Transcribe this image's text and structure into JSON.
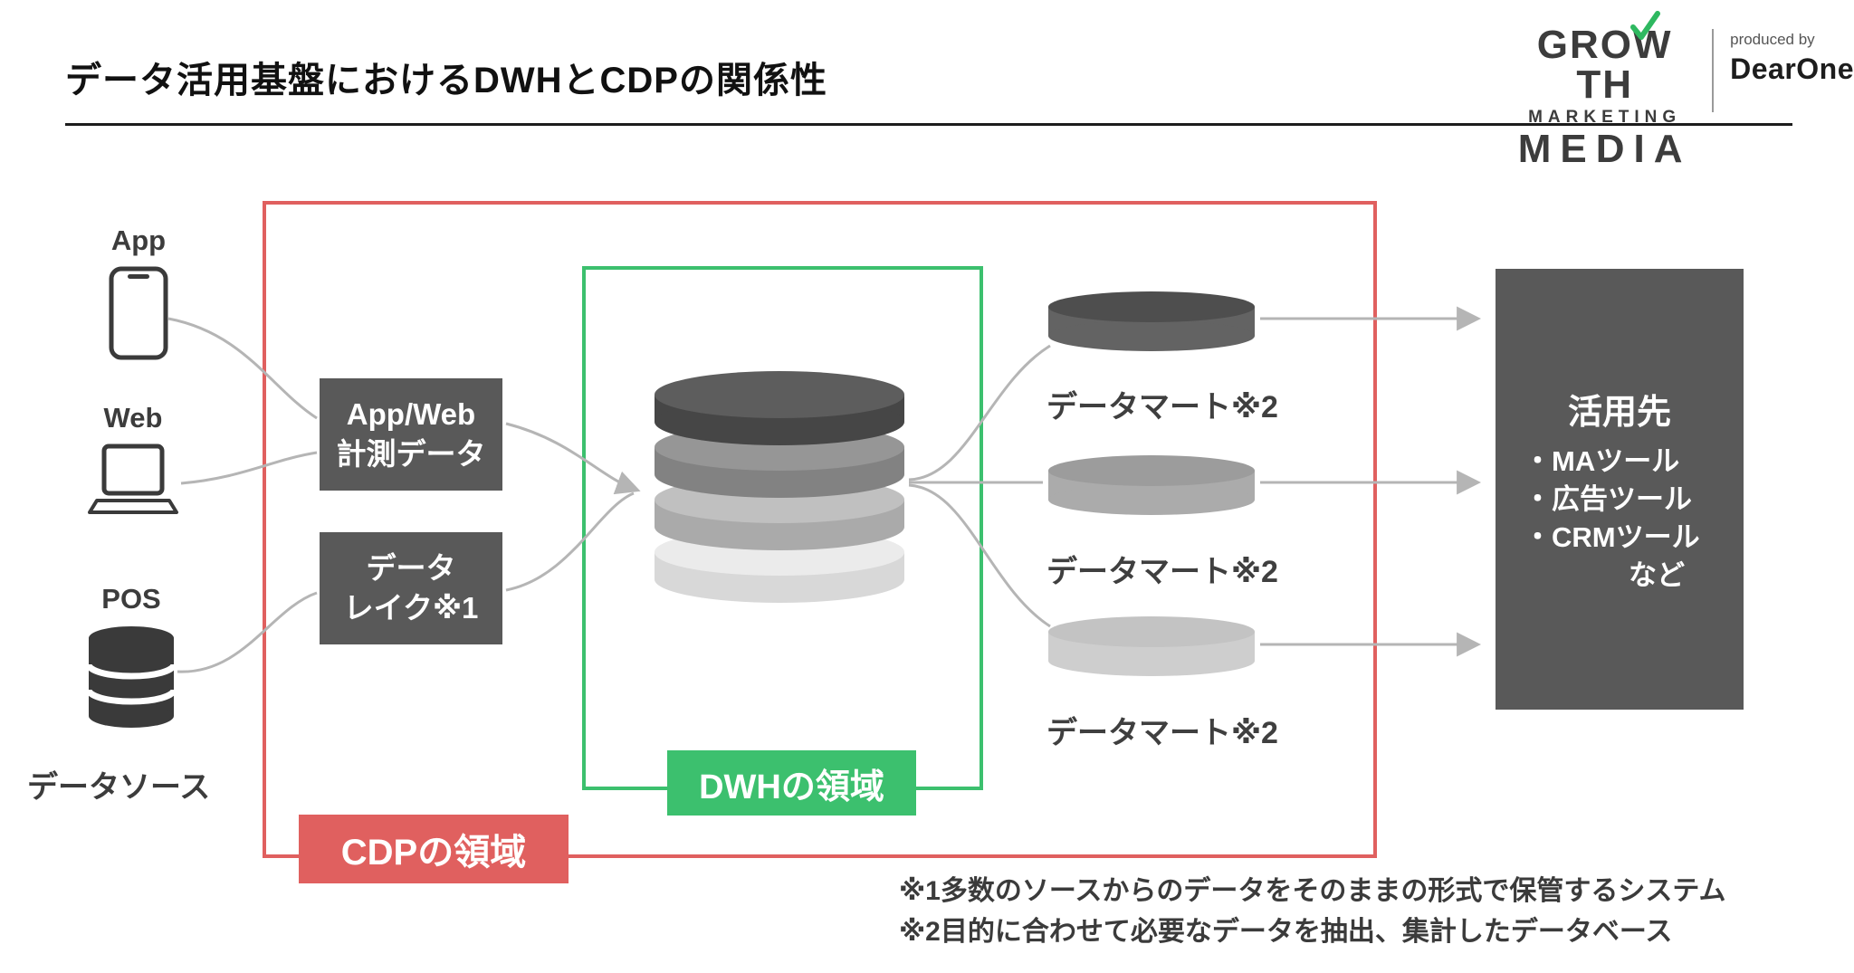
{
  "title": "データ活用基盤におけるDWHとCDPの関係性",
  "logo": {
    "growth_left": "GRO",
    "growth_w": "W",
    "growth_right": "TH",
    "marketing": "MARKETING",
    "media": "MEDIA",
    "produced_by": "produced by",
    "brand": "DearOne"
  },
  "sources": {
    "app": "App",
    "web": "Web",
    "pos": "POS",
    "caption": "データソース"
  },
  "cdp": {
    "badge": "CDPの領域",
    "measure_box": {
      "line1": "App/Web",
      "line2": "計測データ"
    },
    "lake_box": {
      "line1": "データ",
      "line2": "レイク※1"
    }
  },
  "dwh": {
    "badge": "DWHの領域"
  },
  "datamarts": {
    "label1": "データマート※2",
    "label2": "データマート※2",
    "label3": "データマート※2"
  },
  "destination": {
    "title": "活用先",
    "item1": "・MAツール",
    "item2": "・広告ツール",
    "item3": "・CRMツール",
    "item4": "など"
  },
  "footnotes": {
    "note1": "※1多数のソースからのデータをそのままの形式で保管するシステム",
    "note2": "※2目的に合わせて必要なデータを抽出、集計したデータベース"
  },
  "colors": {
    "cdp_red": "#e0605f",
    "dwh_green": "#3cc06e",
    "dark_gray": "#595959",
    "arrow_gray": "#b5b5b5"
  }
}
